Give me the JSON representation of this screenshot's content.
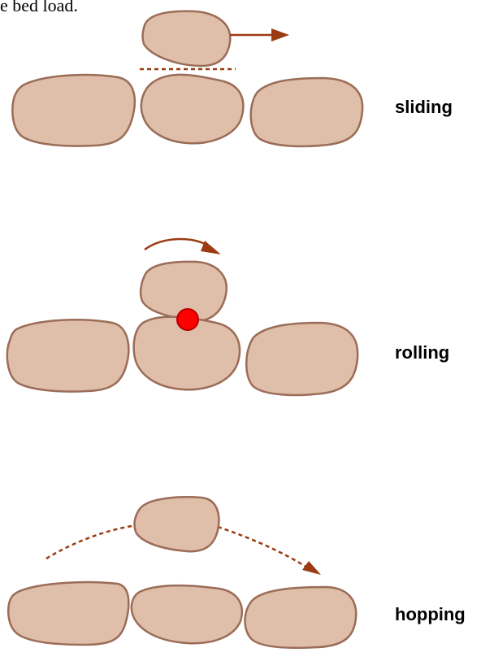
{
  "caption": "e bed load.",
  "modes": [
    {
      "label": "sliding"
    },
    {
      "label": "rolling"
    },
    {
      "label": "hopping"
    }
  ],
  "colors": {
    "pebble_fill": "#dfbfa9",
    "pebble_stroke": "#9b6c57",
    "arrow": "#9c3b12",
    "contact_point": "#ff0000"
  }
}
